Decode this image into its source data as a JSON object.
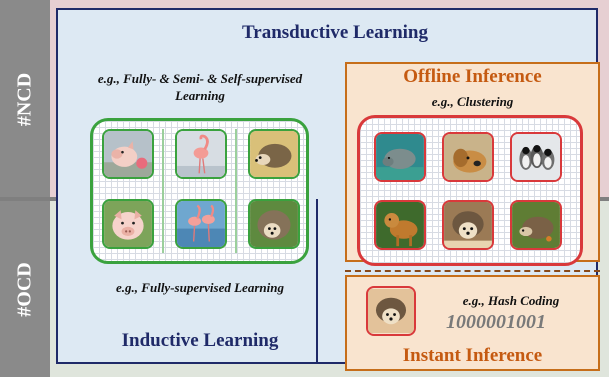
{
  "labels": {
    "ncd": "#NCD",
    "ocd": "#OCD"
  },
  "transductive": {
    "title": "Transductive Learning",
    "example": "e.g., Fully- & Semi- & Self-supervised Learning"
  },
  "inductive": {
    "title": "Inductive Learning",
    "example": "e.g., Fully-supervised Learning"
  },
  "offline": {
    "title": "Offline Inference",
    "example": "e.g., Clustering"
  },
  "instant": {
    "title": "Instant Inference",
    "example": "e.g., Hash Coding",
    "code": "1000001001"
  },
  "colors": {
    "ncd_band": "#e6cfd2",
    "ocd_band": "#dfe5dc",
    "learning_panel": "#dde9f3",
    "learning_border": "#1f2a68",
    "inference_panel": "#f9e4cf",
    "inference_border": "#c66e1a",
    "known_grid_border": "#3aa23e",
    "inference_grid_border": "#d9393b"
  },
  "images": {
    "known": [
      "pig-icon",
      "flamingo-icon",
      "hedgehog-icon",
      "pig-icon",
      "flamingo-icon",
      "hedgehog-icon"
    ],
    "inference": [
      "manatee-icon",
      "dog-icon",
      "penguin-icon",
      "dog-icon",
      "hedgehog-icon",
      "hedgehog-icon"
    ],
    "query": "hedgehog-icon"
  }
}
